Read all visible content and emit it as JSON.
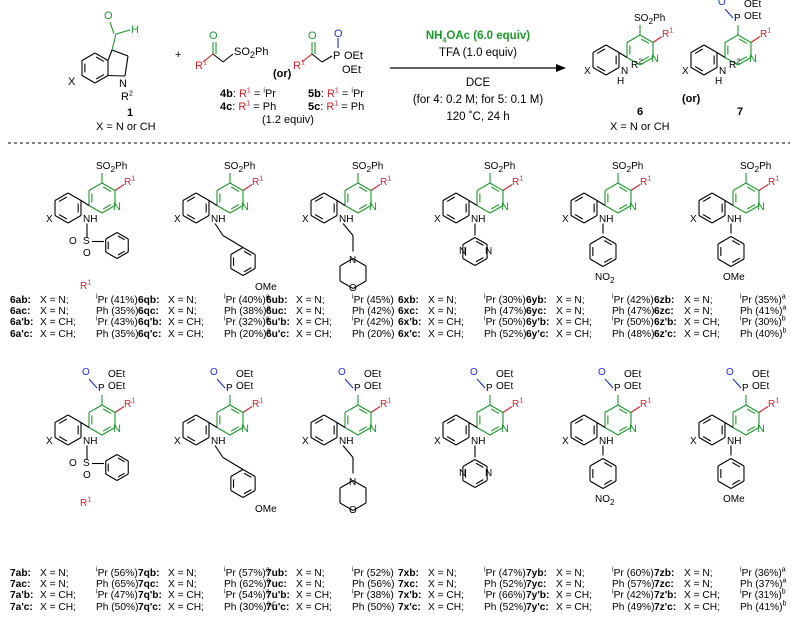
{
  "scheme": {
    "reagent_top": "NH4OAc (6.0 equiv)",
    "reagent_2": "TFA (1.0 equiv)",
    "solvent": "DCE",
    "conc": "(for 4: 0.2 M; for 5: 0.1 M)",
    "temp_time": "120 ˚C, 24 h",
    "cpd1": "1",
    "cpd1_note": "X = N or CH",
    "cpd4b": "4b: R1 = iPr",
    "cpd4c": "4c: R1 = Ph",
    "or1": "(or)",
    "cpd5b": "5b: R1 = iPr",
    "cpd5c": "5c: R1 = Ph",
    "equiv": "(1.2 equiv)",
    "prod6": "6",
    "prod7": "7",
    "or2": "(or)",
    "prod_note": "X = N or CH",
    "plus": "+"
  },
  "colors": {
    "green": "#1a9a2a",
    "red": "#d0202a",
    "blue": "#1a2fd0",
    "black": "#000000"
  },
  "tables": {
    "row1": [
      {
        "entries": [
          [
            "6ab:",
            "X = N;",
            "iPr (41%)"
          ],
          [
            "6ac:",
            "X = N;",
            "Ph (35%)"
          ],
          [
            "6a'b:",
            "X = CH;",
            "iPr (43%)"
          ],
          [
            "6a'c:",
            "X = CH;",
            "Ph (35%)"
          ]
        ]
      },
      {
        "entries": [
          [
            "6qb:",
            "X = N;",
            "iPr (40%)a"
          ],
          [
            "6qc:",
            "X = N;",
            "Ph (38%)a"
          ],
          [
            "6q'b:",
            "X = CH;",
            "iPr (32%)a"
          ],
          [
            "6q'c:",
            "X = CH;",
            "Ph (20%)a"
          ]
        ]
      },
      {
        "entries": [
          [
            "6ub:",
            "X = N;",
            "iPr (45%)"
          ],
          [
            "6uc:",
            "X = N;",
            "Ph (42%)"
          ],
          [
            "6u'b:",
            "X = CH;",
            "iPr (42%)"
          ],
          [
            "6u'c:",
            "X = CH;",
            "Ph (20%)"
          ]
        ]
      },
      {
        "entries": [
          [
            "6xb:",
            "X = N;",
            "iPr (30%)"
          ],
          [
            "6xc:",
            "X = N;",
            "Ph (47%)"
          ],
          [
            "6x'b:",
            "X = CH;",
            "iPr (50%)"
          ],
          [
            "6x'c:",
            "X = CH;",
            "Ph (52%)"
          ]
        ]
      },
      {
        "entries": [
          [
            "6yb:",
            "X = N;",
            "iPr (42%)"
          ],
          [
            "6yc:",
            "X = N;",
            "Ph (47%)"
          ],
          [
            "6y'b:",
            "X = CH;",
            "iPr (50%)"
          ],
          [
            "6y'c:",
            "X = CH;",
            "Ph (48%)"
          ]
        ]
      },
      {
        "entries": [
          [
            "6zb:",
            "X = N;",
            "iPr (35%)a"
          ],
          [
            "6zc:",
            "X = N;",
            "Ph (41%)a"
          ],
          [
            "6z'b:",
            "X = CH;",
            "iPr (30%)b"
          ],
          [
            "6z'c:",
            "X = CH;",
            "Ph (40%)b"
          ]
        ]
      }
    ],
    "row2": [
      {
        "entries": [
          [
            "7ab:",
            "X = N;",
            "iPr (56%)"
          ],
          [
            "7ac:",
            "X = N;",
            "Ph (65%)"
          ],
          [
            "7a'b:",
            "X = CH;",
            "iPr (47%)"
          ],
          [
            "7a'c:",
            "X = CH;",
            "Ph (50%)"
          ]
        ]
      },
      {
        "entries": [
          [
            "7qb:",
            "X = N;",
            "iPr (57%)a"
          ],
          [
            "7qc:",
            "X = N;",
            "Ph (62%)a"
          ],
          [
            "7q'b:",
            "X = CH;",
            "iPr (54%)a"
          ],
          [
            "7q'c:",
            "X = CH;",
            "Ph (30%)a,c"
          ]
        ]
      },
      {
        "entries": [
          [
            "7ub:",
            "X = N;",
            "iPr (52%)"
          ],
          [
            "7uc:",
            "X = N;",
            "Ph (56%)"
          ],
          [
            "7u'b:",
            "X = CH;",
            "iPr (38%)"
          ],
          [
            "7u'c:",
            "X = CH;",
            "Ph (50%)"
          ]
        ]
      },
      {
        "entries": [
          [
            "7xb:",
            "X = N;",
            "iPr (47%)"
          ],
          [
            "7xc:",
            "X = N;",
            "Ph (52%)"
          ],
          [
            "7x'b:",
            "X = CH;",
            "iPr (66%)"
          ],
          [
            "7x'c:",
            "X = CH;",
            "Ph (52%)"
          ]
        ]
      },
      {
        "entries": [
          [
            "7yb:",
            "X = N;",
            "iPr (60%)"
          ],
          [
            "7yc:",
            "X = N;",
            "Ph (57%)"
          ],
          [
            "7y'b:",
            "X = CH;",
            "iPr (42%)"
          ],
          [
            "7y'c:",
            "X = CH;",
            "Ph (49%)"
          ]
        ]
      },
      {
        "entries": [
          [
            "7zb:",
            "X = N;",
            "iPr (36%)a"
          ],
          [
            "7zc:",
            "X = N;",
            "Ph (37%)a"
          ],
          [
            "7z'b:",
            "X = CH;",
            "iPr (31%)b"
          ],
          [
            "7z'c:",
            "X = CH;",
            "Ph (41%)b"
          ]
        ]
      }
    ]
  },
  "labels": {
    "so2ph": "SO2Ph",
    "r1": "R1",
    "n": "N",
    "nh": "NH",
    "x": "X",
    "ome": "OMe",
    "no2": "NO2",
    "o": "O",
    "s": "S",
    "p": "P",
    "oet": "OEt"
  }
}
